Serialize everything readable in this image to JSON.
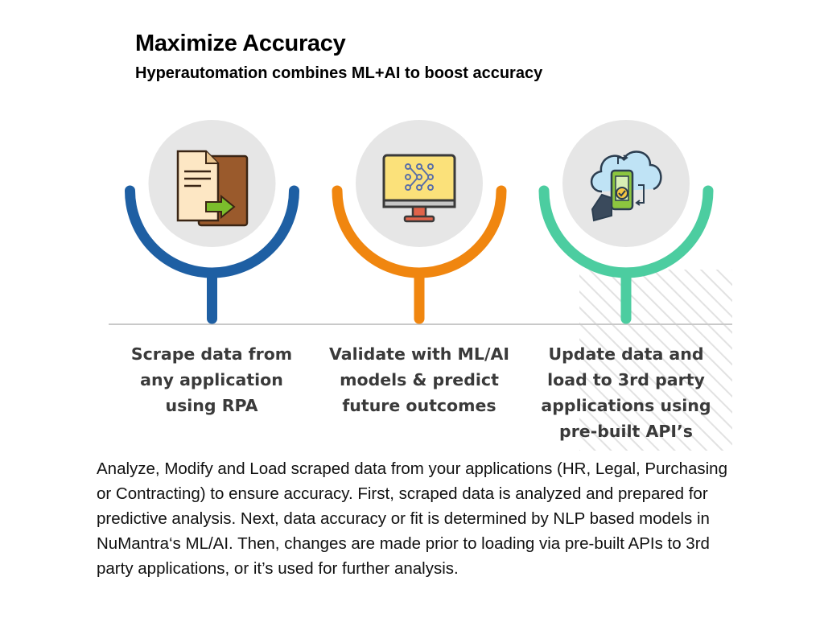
{
  "slide": {
    "title": "Maximize Accuracy",
    "subtitle": "Hyperautomation combines ML+AI to boost accuracy",
    "steps": [
      {
        "label": "Scrape data from any application using RPA",
        "color": "#1e5fa3",
        "icon": "document-transfer-icon"
      },
      {
        "label": "Validate with ML/AI models & predict future outcomes",
        "color": "#f0860f",
        "icon": "monitor-network-icon"
      },
      {
        "label": "Update data and load to 3rd party applications using pre-built API’s",
        "color": "#4ccda0",
        "icon": "cloud-phone-sync-icon"
      }
    ],
    "body": "Analyze, Modify and Load scraped data from your applications (HR, Legal, Purchasing or Contracting) to ensure accuracy. First, scraped data is analyzed and prepared for predictive analysis. Next, data accuracy or fit is determined by NLP based models in NuMantra‘s ML/AI. Then, changes are made prior to loading via pre-built APIs to 3rd party applications, or it’s used for further analysis."
  }
}
